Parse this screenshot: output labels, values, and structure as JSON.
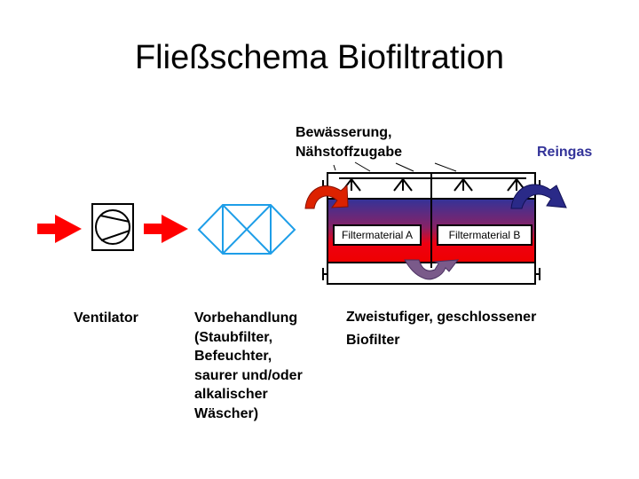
{
  "title": "Fließschema Biofiltration",
  "labels": {
    "ventilator": "Ventilator",
    "pretreatment": "Vorbehandlung\n(Staubfilter,\nBefeuchter,\nsaurer und/oder\nalkalischer\nWäscher)",
    "biofilter": "Zweistufiger, geschlossener",
    "biofilter2": "Biofilter",
    "irrigation": "Bewässerung,\nNähstoffzugabe",
    "clean_gas": "Reingas",
    "filter_a": "Filtermaterial A",
    "filter_b": "Filtermaterial B"
  },
  "colors": {
    "flow_arrow": "#ff0000",
    "pretreatment": "#1e9ee8",
    "bed_top": "#333399",
    "bed_bottom": "#ee0000",
    "clean_gas": "#333399"
  }
}
